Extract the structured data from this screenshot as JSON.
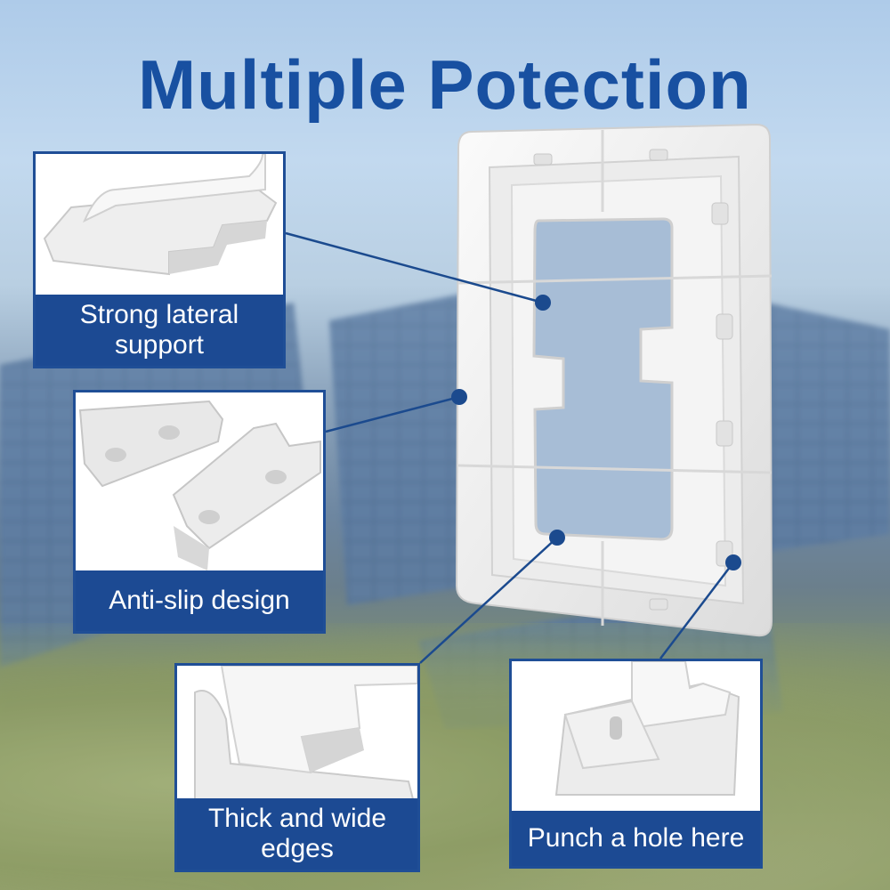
{
  "title": "Multiple Potection",
  "callouts": [
    {
      "label": "Strong lateral support"
    },
    {
      "label": "Anti-slip design"
    },
    {
      "label": "Thick and wide edges"
    },
    {
      "label": "Punch a hole here"
    }
  ],
  "colors": {
    "accent": "#1850a1",
    "label_bg": "#1c4a93",
    "card_border": "#1f4e96",
    "label_text": "#ffffff"
  },
  "icons": {
    "marker": "dot-marker-icon"
  }
}
